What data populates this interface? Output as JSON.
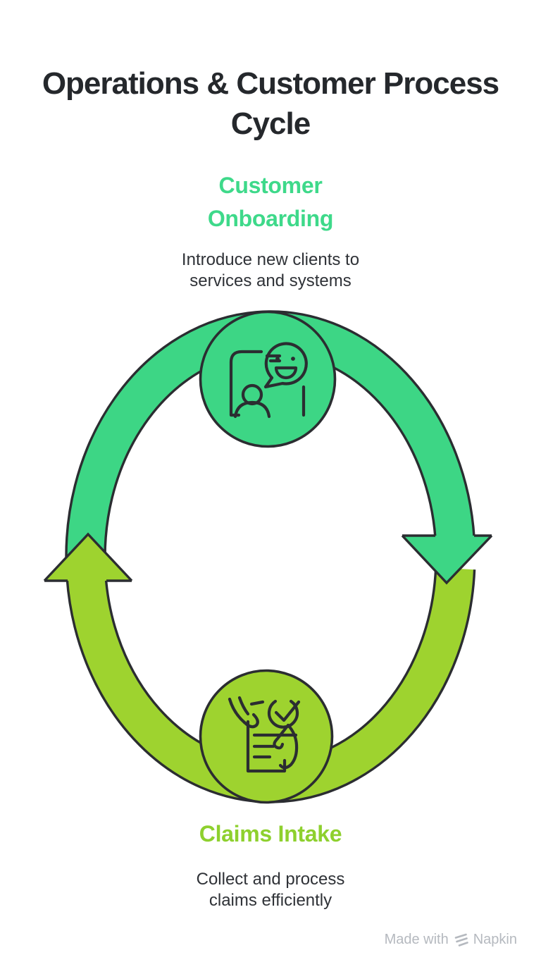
{
  "title": {
    "line1": "Operations & Customer Process",
    "line2": "Cycle"
  },
  "cycle": {
    "outline_color": "#2b2d31",
    "nodes": [
      {
        "id": "customer-onboarding",
        "label_line1": "Customer",
        "label_line2": "Onboarding",
        "desc_line1": "Introduce new clients to",
        "desc_line2": "services and systems",
        "color": "#3dd685",
        "heading_color": "#3ed98a",
        "icon": "person-phone-chat-icon"
      },
      {
        "id": "claims-intake",
        "label": "Claims Intake",
        "desc_line1": "Collect and process",
        "desc_line2": "claims efficiently",
        "color": "#9ed32f",
        "heading_color": "#8ed02e",
        "icon": "document-check-hands-icon"
      }
    ],
    "arrows": [
      {
        "from": "customer-onboarding",
        "to": "claims-intake",
        "direction": "down",
        "color": "#3dd685"
      },
      {
        "from": "claims-intake",
        "to": "customer-onboarding",
        "direction": "up",
        "color": "#9ed32f"
      }
    ]
  },
  "footer": {
    "made_with": "Made with",
    "brand": "Napkin"
  },
  "colors": {
    "background": "#ffffff",
    "title_text": "#25282c",
    "body_text": "#2f3237",
    "footer_text": "#b5b9bf",
    "green": "#3dd685",
    "lime": "#9ed32f",
    "outline": "#2b2d31"
  }
}
